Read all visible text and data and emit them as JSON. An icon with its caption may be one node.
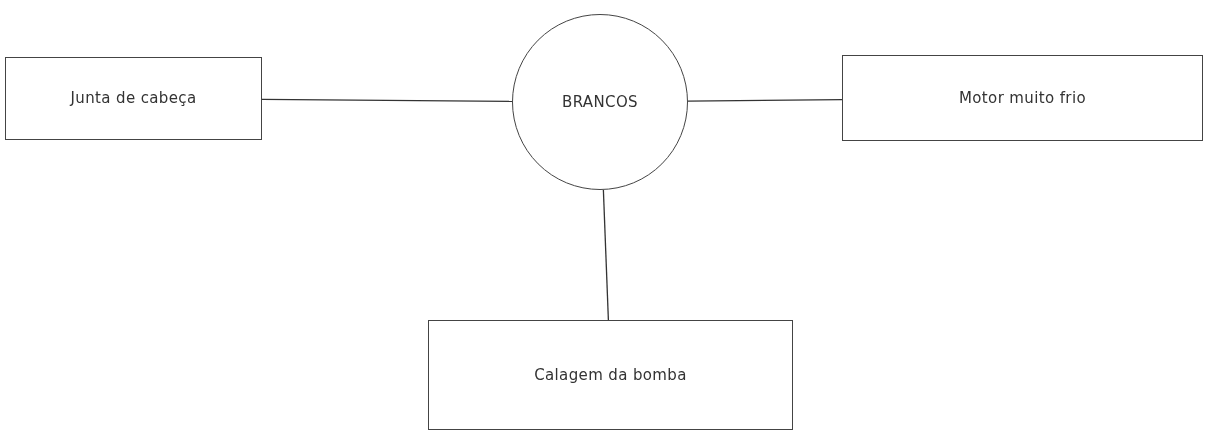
{
  "diagram": {
    "nodes": [
      {
        "text": [
          "Junta de cabeça"
        ]
      },
      {
        "text": [
          "BRANCOS"
        ]
      },
      {
        "text": [
          "Motor muito frio"
        ]
      },
      {
        "text": [
          "Calagem da bomba"
        ]
      }
    ],
    "edges": [
      {
        "from": 0,
        "to": 1,
        "arrow": "none"
      },
      {
        "from": 1,
        "to": 2,
        "arrow": "none"
      },
      {
        "from": 1,
        "to": 3,
        "arrow": "none"
      }
    ]
  }
}
